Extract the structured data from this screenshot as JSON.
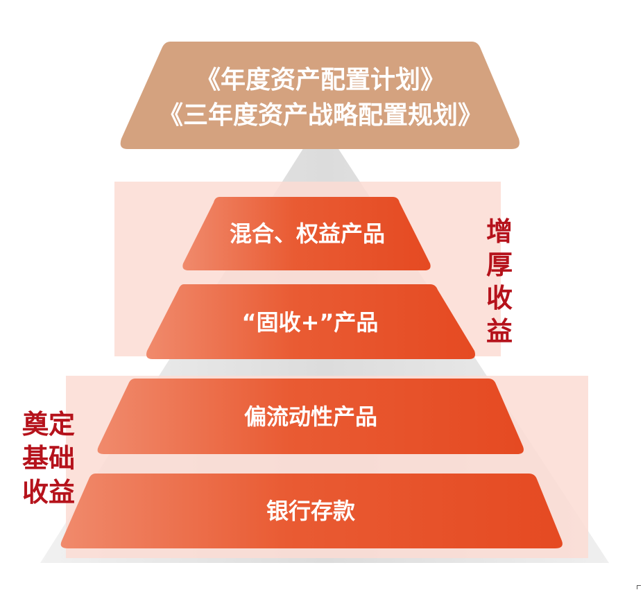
{
  "top": {
    "line1": "《年度资产配置计划》",
    "line2": "《三年度资产战略配置规划》"
  },
  "tiers": [
    {
      "label": "混合、权益产品"
    },
    {
      "label": "“固收+”产品"
    },
    {
      "label": "偏流动性产品"
    },
    {
      "label": "银行存款"
    }
  ],
  "side_labels": {
    "enhance": [
      "增",
      "厚",
      "收",
      "益"
    ],
    "foundation": [
      "奠定",
      "基础",
      "收益"
    ]
  },
  "colors": {
    "top_fill": "#d4a27f",
    "tier_fill_dark": "#e8502a",
    "tier_fill_light": "#f0886a",
    "band_fill": "#fbe0da",
    "side_text": "#b5121b",
    "pyramid_gray": "#e6e6e6"
  }
}
